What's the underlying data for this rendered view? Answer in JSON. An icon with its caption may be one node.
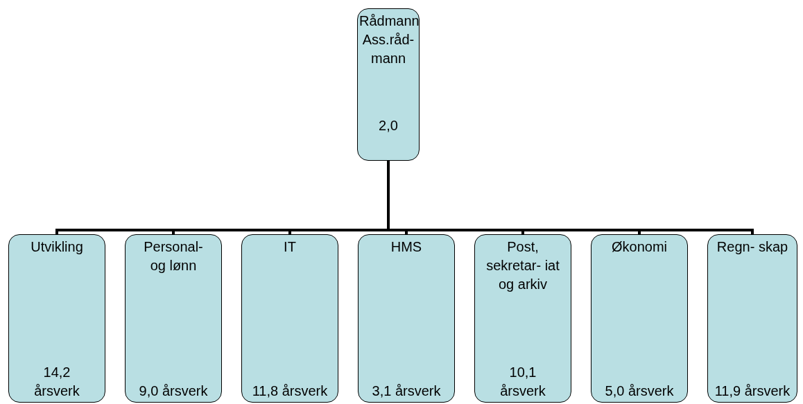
{
  "diagram": {
    "nodes": [
      {
        "text": [
          "Rådmann Ass.råd- mann",
          "2,0"
        ]
      },
      {
        "text": [
          "Utvikling",
          "14,2 årsverk"
        ]
      },
      {
        "text": [
          "Personal- og lønn",
          "9,0 årsverk"
        ]
      },
      {
        "text": [
          "IT",
          "11,8 årsverk"
        ]
      },
      {
        "text": [
          "HMS",
          "3,1 årsverk"
        ]
      },
      {
        "text": [
          "Post, sekretar- iat og arkiv",
          "10,1 årsverk"
        ]
      },
      {
        "text": [
          "Økonomi",
          "5,0 årsverk"
        ]
      },
      {
        "text": [
          "Regn- skap",
          "11,9 årsverk"
        ]
      }
    ],
    "edges": [
      {
        "from": 0,
        "to": 1,
        "arrow": "none"
      },
      {
        "from": 0,
        "to": 2,
        "arrow": "none"
      },
      {
        "from": 0,
        "to": 3,
        "arrow": "none"
      },
      {
        "from": 0,
        "to": 4,
        "arrow": "none"
      },
      {
        "from": 0,
        "to": 5,
        "arrow": "none"
      },
      {
        "from": 0,
        "to": 6,
        "arrow": "none"
      },
      {
        "from": 0,
        "to": 7,
        "arrow": "none"
      }
    ]
  }
}
